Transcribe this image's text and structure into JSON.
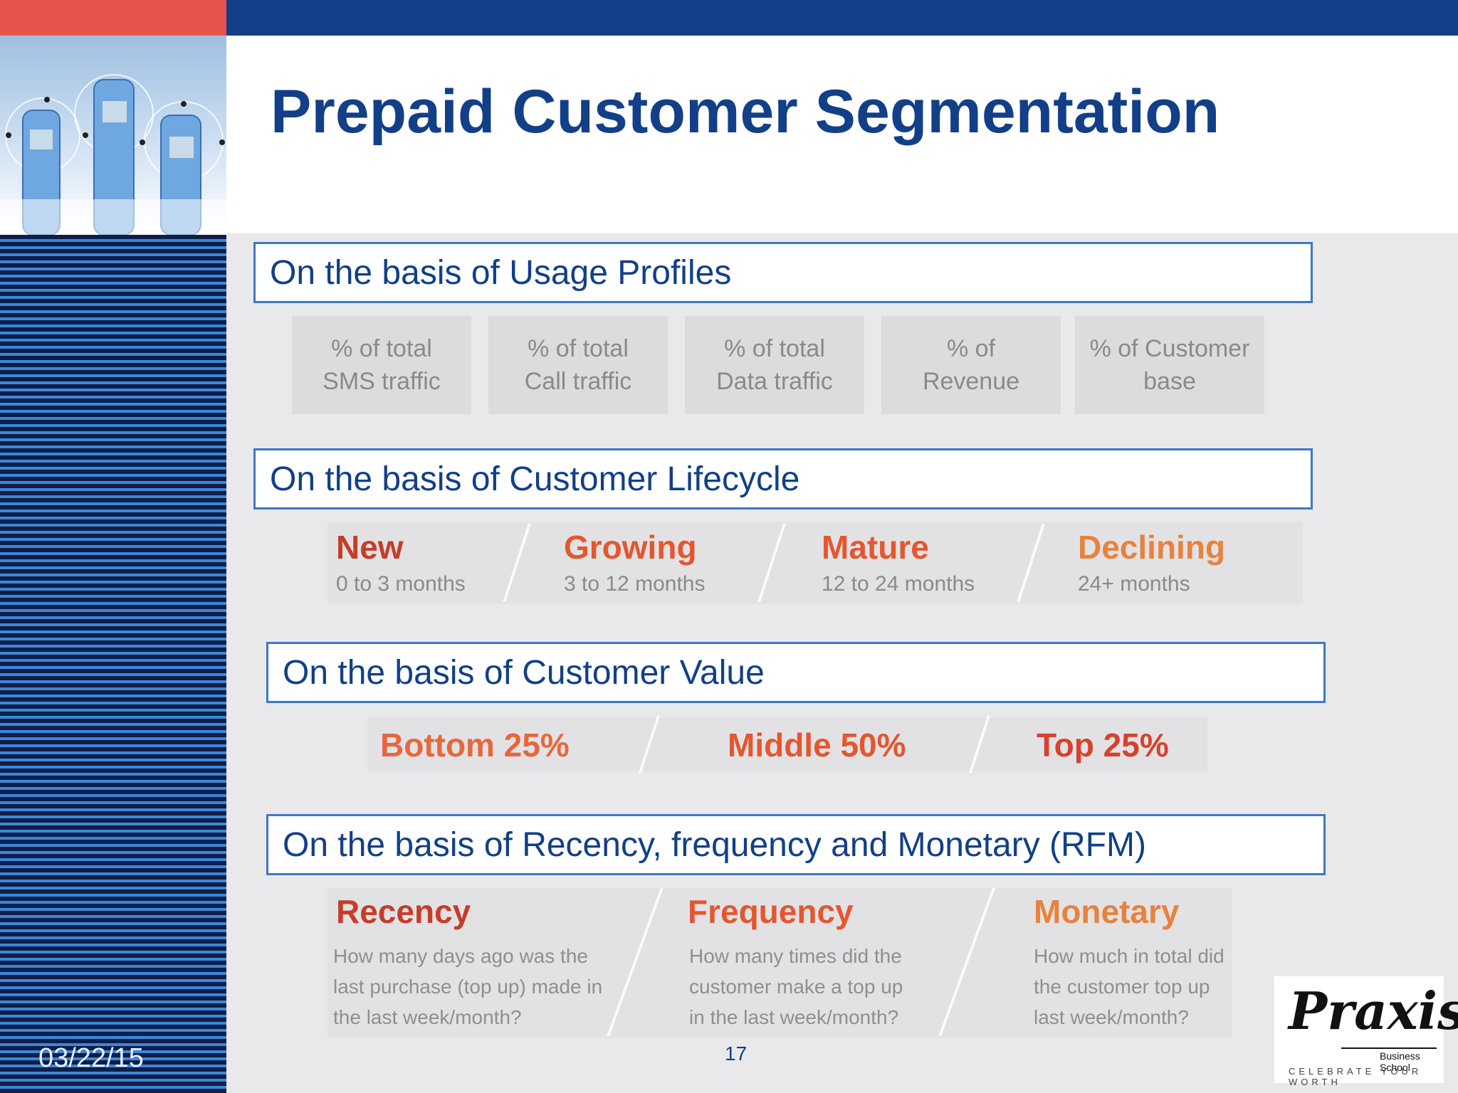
{
  "slide": {
    "title": "Prepaid Customer Segmentation",
    "date": "03/22/15",
    "page_number": "17"
  },
  "colors": {
    "brand_blue": "#123f87",
    "accent_red": "#e8534f",
    "segment_orange": "#e4572e"
  },
  "sections": {
    "usage": {
      "header": "On the basis of Usage Profiles",
      "cells": [
        {
          "line1": "% of total",
          "line2": "SMS traffic"
        },
        {
          "line1": "% of total",
          "line2": "Call traffic"
        },
        {
          "line1": "% of total",
          "line2": "Data traffic"
        },
        {
          "line1": "% of",
          "line2": "Revenue"
        },
        {
          "line1": "% of Customer",
          "line2": "base"
        }
      ]
    },
    "lifecycle": {
      "header": "On the basis of Customer Lifecycle",
      "stages": [
        {
          "name": "New",
          "range": "0 to 3 months"
        },
        {
          "name": "Growing",
          "range": "3 to 12 months"
        },
        {
          "name": "Mature",
          "range": "12 to 24 months"
        },
        {
          "name": "Declining",
          "range": "24+ months"
        }
      ]
    },
    "value": {
      "header": "On the basis of Customer Value",
      "tiers": [
        "Bottom 25%",
        "Middle 50%",
        "Top 25%"
      ]
    },
    "rfm": {
      "header": "On the basis of Recency, frequency and Monetary (RFM)",
      "items": [
        {
          "name": "Recency",
          "l1": "How many days ago was the",
          "l2": "last purchase (top up) made in",
          "l3": "the last week/month?"
        },
        {
          "name": "Frequency",
          "l1": "How many times did the",
          "l2": "customer  make a top up",
          "l3": "in the last week/month?"
        },
        {
          "name": "Monetary",
          "l1": "How much in total did",
          "l2": "the customer top up",
          "l3": "last week/month?"
        }
      ]
    }
  },
  "logo": {
    "name": "Praxis",
    "subtitle": "Business School",
    "tagline": "CELEBRATE YOUR WORTH"
  }
}
